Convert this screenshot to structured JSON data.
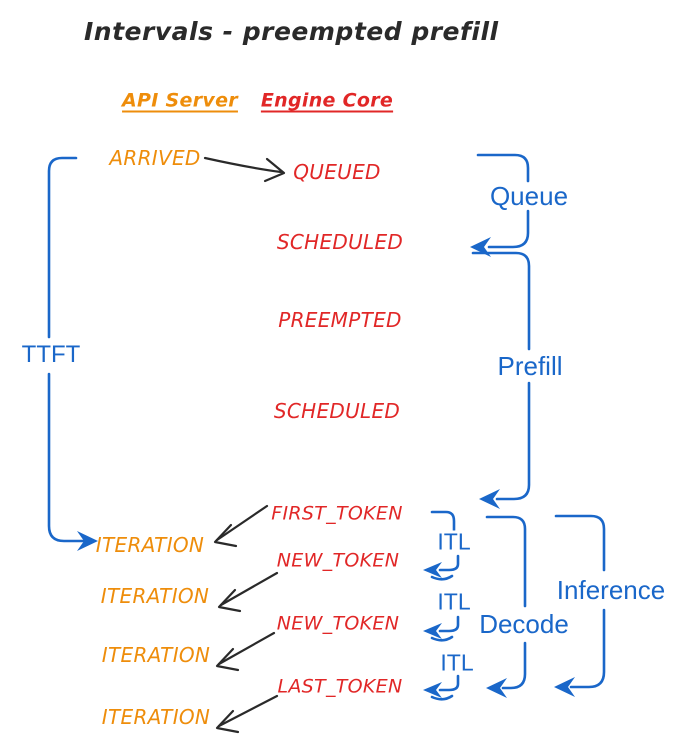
{
  "title": "Intervals - preempted prefill",
  "colors": {
    "orange": "#ee8d0b",
    "red": "#e12727",
    "blue": "#1a67c9",
    "ink": "#2a2a2a"
  },
  "columns": {
    "api_server": "API Server",
    "engine_core": "Engine Core"
  },
  "events": {
    "arrived": "ARRIVED",
    "queued": "QUEUED",
    "scheduled_1": "SCHEDULED",
    "preempted": "PREEMPTED",
    "scheduled_2": "SCHEDULED",
    "first_token": "FIRST_TOKEN",
    "new_token_1": "NEW_TOKEN",
    "new_token_2": "NEW_TOKEN",
    "last_token": "LAST_TOKEN",
    "iteration_1": "ITERATION",
    "iteration_2": "ITERATION",
    "iteration_3": "ITERATION",
    "iteration_4": "ITERATION"
  },
  "intervals": {
    "ttft": "TTFT",
    "queue": "Queue",
    "prefill": "Prefill",
    "itl_1": "ITL",
    "itl_2": "ITL",
    "itl_3": "ITL",
    "decode": "Decode",
    "inference": "Inference"
  }
}
